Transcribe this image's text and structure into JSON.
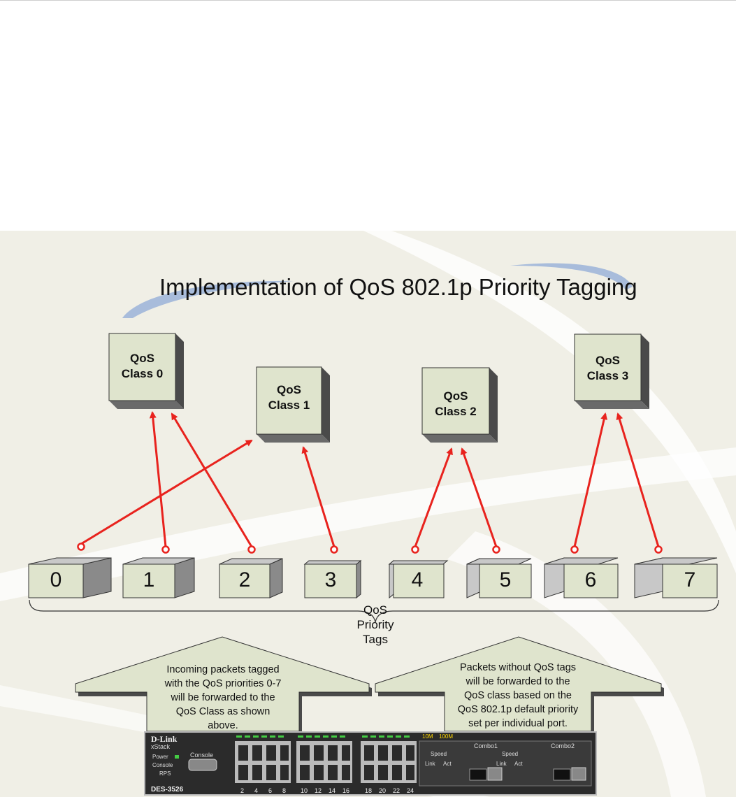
{
  "title": "Implementation of QoS 802.1p Priority Tagging",
  "classes": [
    {
      "line1": "QoS",
      "line2": "Class 0"
    },
    {
      "line1": "QoS",
      "line2": "Class 1"
    },
    {
      "line1": "QoS",
      "line2": "Class 2"
    },
    {
      "line1": "QoS",
      "line2": "Class 3"
    }
  ],
  "tags": [
    "0",
    "1",
    "2",
    "3",
    "4",
    "5",
    "6",
    "7"
  ],
  "brace_label": [
    "QoS",
    "Priority",
    "Tags"
  ],
  "left_arrow_text": [
    "Incoming packets tagged",
    "with the QoS priorities 0-7",
    "will be forwarded to the",
    "QoS Class as shown",
    "above."
  ],
  "right_arrow_text": [
    "Packets without QoS tags",
    "will be forwarded to the",
    "QoS class based on the",
    "QoS 802.1p default priority",
    "set per individual port."
  ],
  "switch": {
    "brand": "D-Link",
    "sub": "xStack",
    "power": "Power",
    "console_led": "Console",
    "rps": "RPS",
    "console": "Console",
    "model": "DES-3526",
    "port_numbers": [
      "2",
      "4",
      "6",
      "8",
      "10",
      "12",
      "14",
      "16",
      "18",
      "20",
      "22",
      "24"
    ],
    "speed_10": "10M",
    "speed_100": "100M",
    "combo1": "Combo1",
    "combo2": "Combo2",
    "speed": "Speed",
    "link": "Link",
    "act": "Act"
  },
  "colors": {
    "box_face": "#dfe4cd",
    "arrow_red": "#e8231e",
    "arrow_fill": "#dfe4cd",
    "panel_bg": "#f0efe6"
  }
}
